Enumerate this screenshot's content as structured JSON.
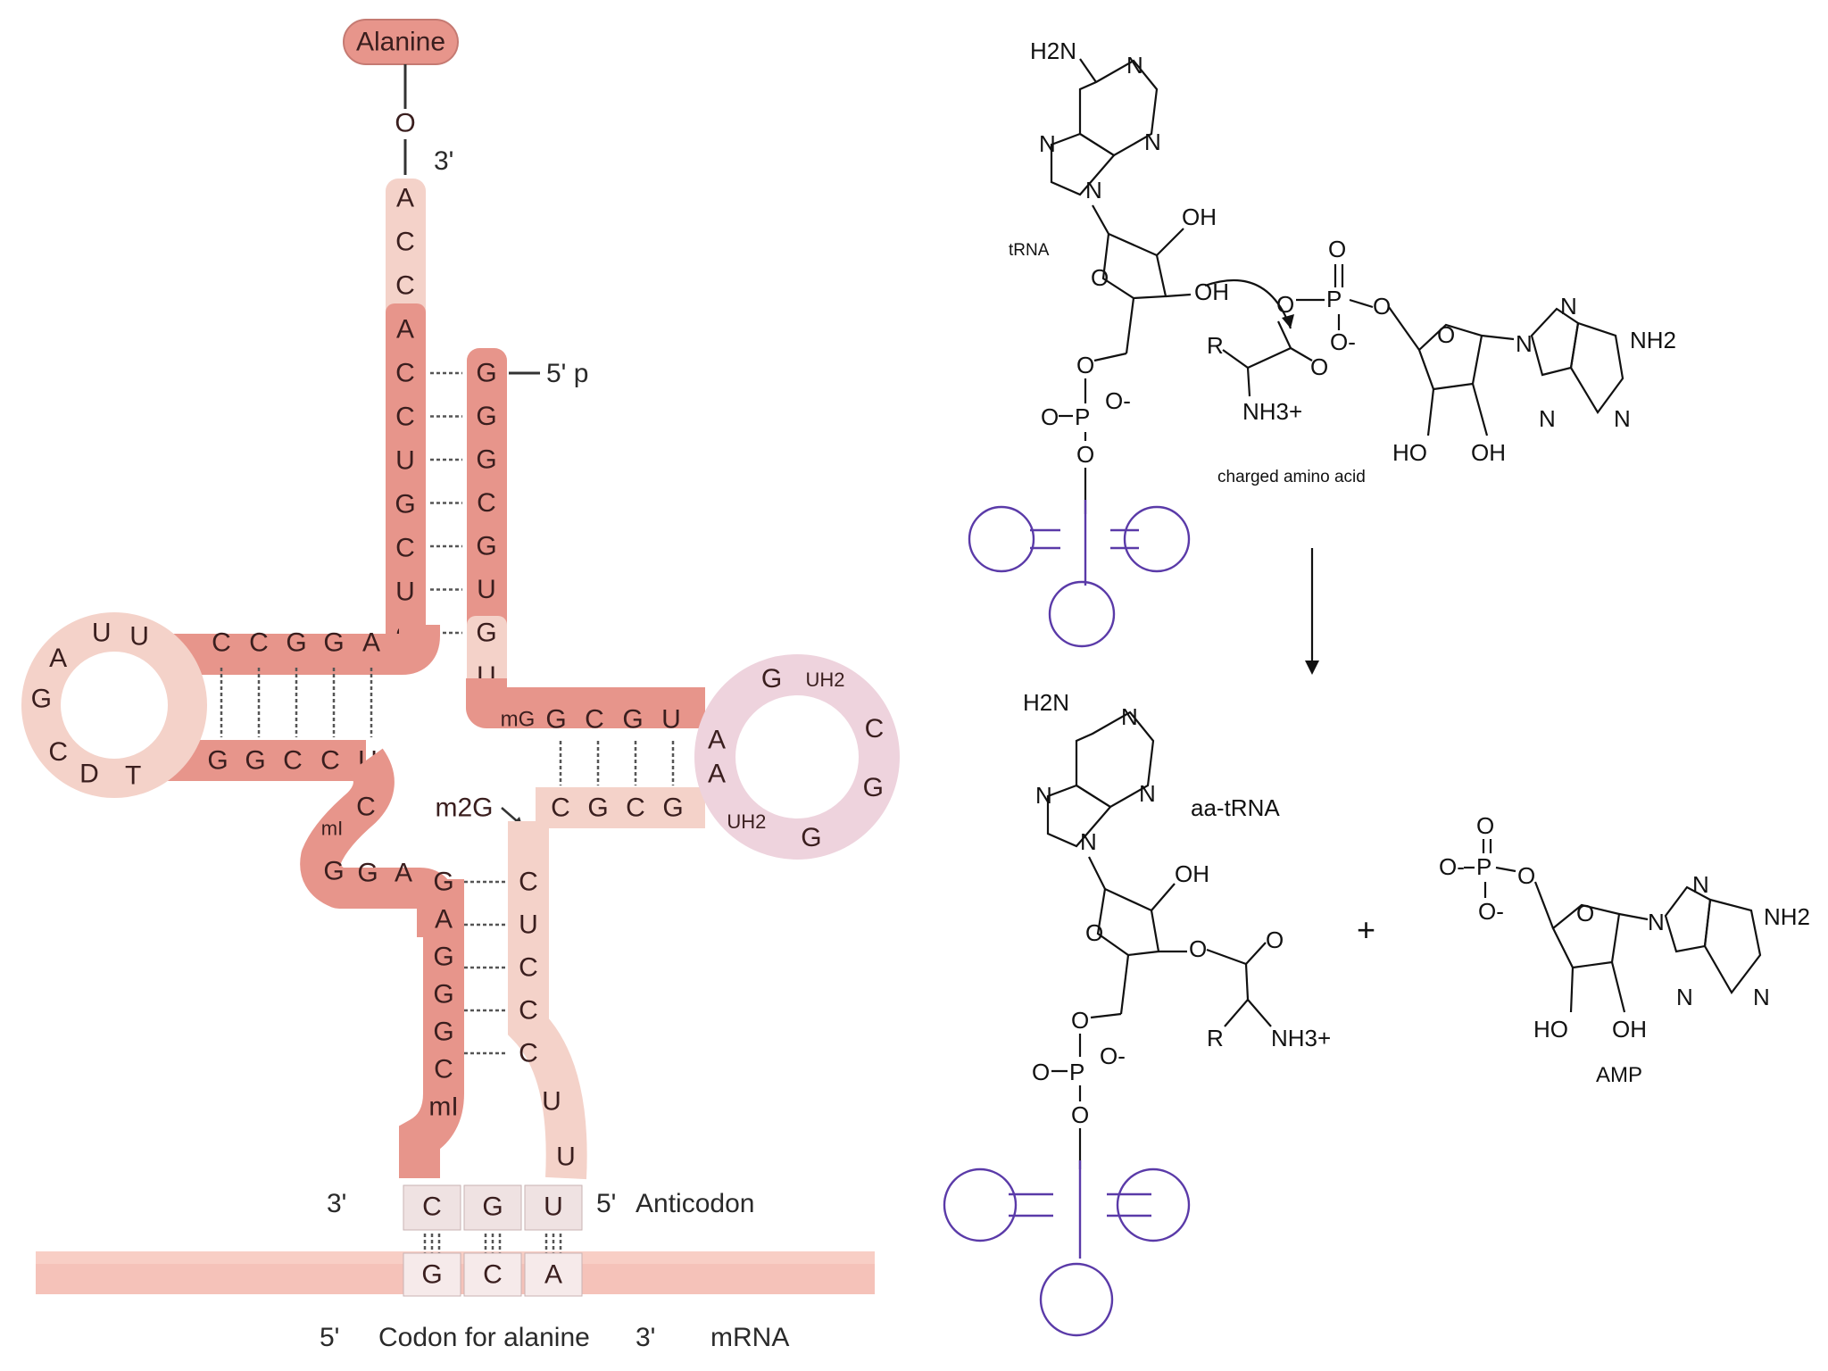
{
  "trna_diagram": {
    "amino_acid": "Alanine",
    "linker": "O",
    "three_prime": "3'",
    "five_prime_p": "5' p",
    "acceptor_left": [
      "A",
      "C",
      "C",
      "A",
      "C",
      "C",
      "U",
      "G",
      "C",
      "U",
      "C"
    ],
    "acceptor_right": [
      "G",
      "G",
      "G",
      "C",
      "G",
      "U",
      "G",
      "U"
    ],
    "d_arm_top": [
      "C",
      "C",
      "G",
      "G",
      "A"
    ],
    "d_arm_bottom": [
      "G",
      "G",
      "C",
      "C",
      "U"
    ],
    "d_loop": [
      "U",
      "U",
      "A",
      "G",
      "C",
      "D",
      "T"
    ],
    "t_arm_top": [
      "mG",
      "G",
      "C",
      "G",
      "U"
    ],
    "t_arm_bottom": [
      "C",
      "G",
      "C",
      "G"
    ],
    "t_loop": [
      "A",
      "G",
      "UH2",
      "C",
      "G",
      "G",
      "UH2",
      "A"
    ],
    "variable": [
      "C",
      "mI",
      "G",
      "G",
      "A"
    ],
    "m2g_label": "m2G",
    "anticodon_left": [
      "G",
      "A",
      "G",
      "G",
      "G",
      "C",
      "mI"
    ],
    "anticodon_right": [
      "C",
      "U",
      "C",
      "C",
      "C",
      "U",
      "U"
    ],
    "anticodon": [
      "C",
      "G",
      "U"
    ],
    "anticodon_3": "3'",
    "anticodon_5": "5'",
    "anticodon_label": "Anticodon",
    "codon": [
      "G",
      "C",
      "A"
    ],
    "codon_5": "5'",
    "codon_label": "Codon for alanine",
    "codon_3": "3'",
    "mrna_label": "mRNA",
    "colors": {
      "dark_pink": "#e7958b",
      "light_pink": "#f4d2c9",
      "lavender": "#eed3dd",
      "codon_box": "#efe2e2",
      "mrna_band": "#f3b3a8"
    }
  },
  "reaction": {
    "reactant_trna": "tRNA",
    "charged_label": "charged amino acid",
    "product_label": "aa-tRNA",
    "plus": "+",
    "amp_label": "AMP",
    "atoms": {
      "h2n": "H2N",
      "nh2": "NH2",
      "n": "N",
      "oh": "OH",
      "ho": "HO",
      "o": "O",
      "o_minus": "O-",
      "p": "P",
      "r": "R",
      "nh3": "NH3+"
    }
  }
}
